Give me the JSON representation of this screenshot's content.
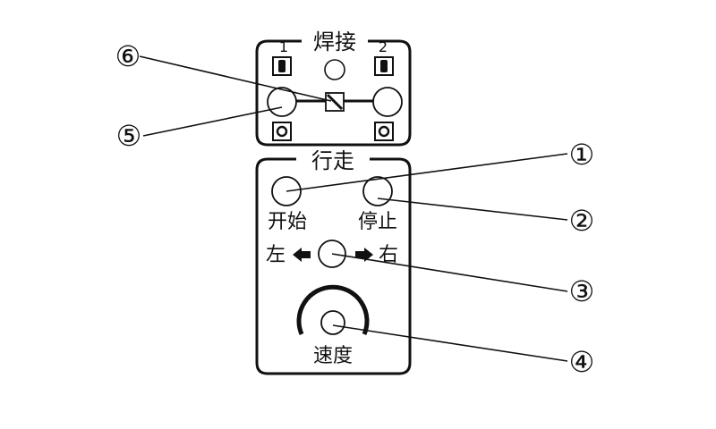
{
  "welding_panel": {
    "title": "焊接",
    "switch_position_1": "1",
    "switch_position_2": "2"
  },
  "travel_panel": {
    "title": "行走",
    "start_label": "开始",
    "stop_label": "停止",
    "left_label": "左",
    "right_label": "右",
    "speed_label": "速度"
  },
  "callouts": {
    "c1": "①",
    "c2": "②",
    "c3": "③",
    "c4": "④",
    "c5": "⑤",
    "c6": "⑥"
  },
  "colors": {
    "line": "#111111",
    "background": "#ffffff"
  }
}
